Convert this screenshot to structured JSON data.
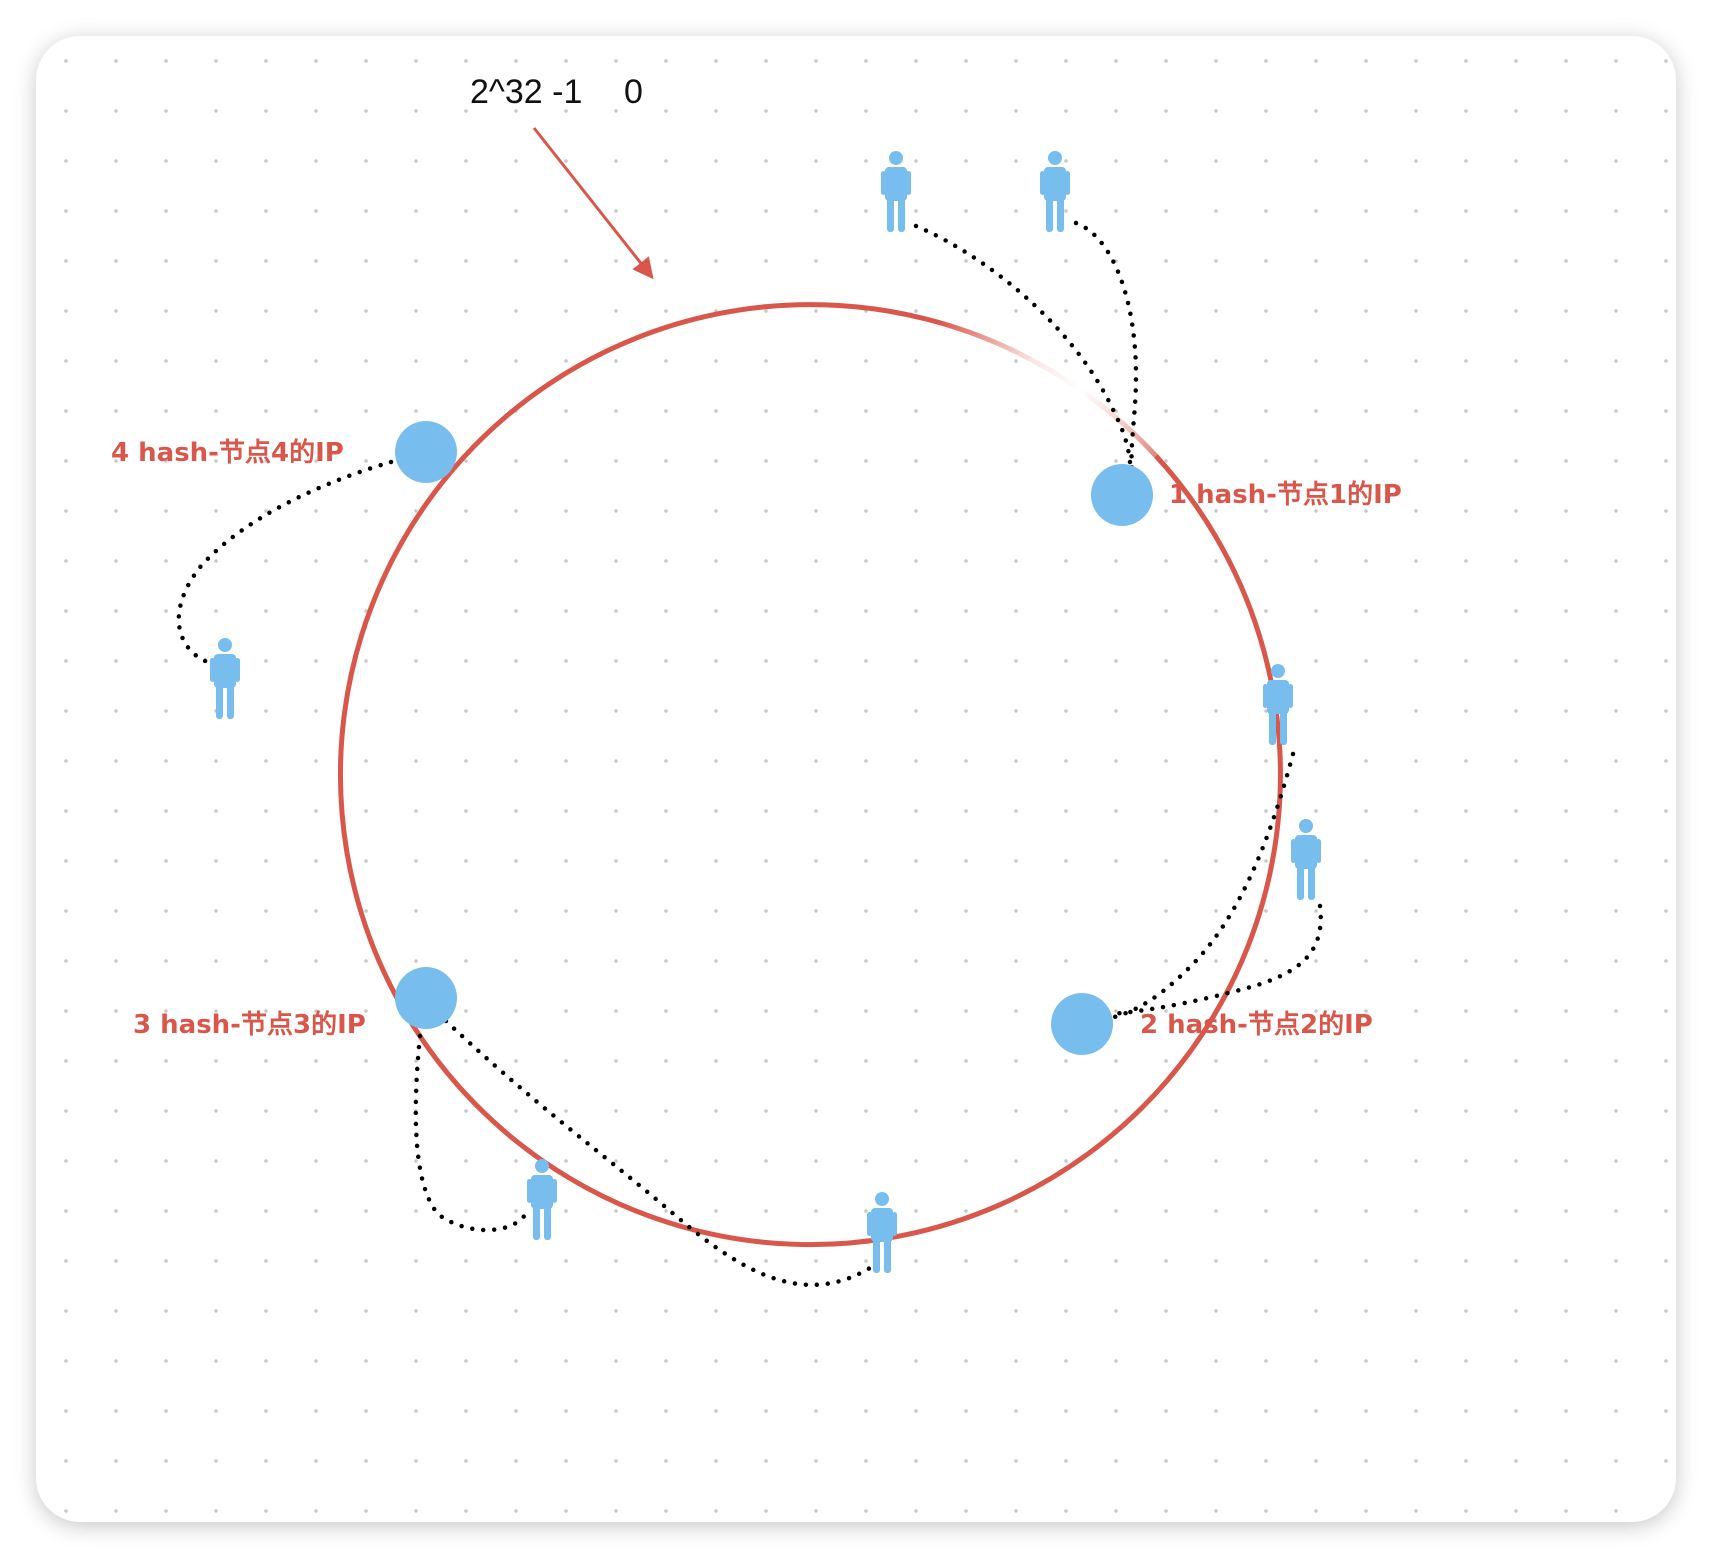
{
  "title": "",
  "top_label": {
    "max_value": "2^32 -1",
    "zero_value": "0"
  },
  "colors": {
    "ring": "#d9574a",
    "node": "#77bdee",
    "user": "#77bdee",
    "label": "#d9574a",
    "link": "#000000",
    "arrow": "#d9574a",
    "text": "#111111"
  },
  "nodes": [
    {
      "id": "node-1",
      "label": "1 hash-节点1的IP"
    },
    {
      "id": "node-2",
      "label": "2 hash-节点2的IP"
    },
    {
      "id": "node-3",
      "label": "3 hash-节点3的IP"
    },
    {
      "id": "node-4",
      "label": "4 hash-节点4的IP"
    }
  ],
  "users": [
    {
      "id": "user-a",
      "icon": "person-icon",
      "assigned_node": "node-1"
    },
    {
      "id": "user-b",
      "icon": "person-icon",
      "assigned_node": "node-1"
    },
    {
      "id": "user-c",
      "icon": "person-icon",
      "assigned_node": "node-2"
    },
    {
      "id": "user-d",
      "icon": "person-icon",
      "assigned_node": "node-2"
    },
    {
      "id": "user-e",
      "icon": "person-icon",
      "assigned_node": "node-3"
    },
    {
      "id": "user-f",
      "icon": "person-icon",
      "assigned_node": "node-3"
    },
    {
      "id": "user-g",
      "icon": "person-icon",
      "assigned_node": "node-4"
    }
  ]
}
